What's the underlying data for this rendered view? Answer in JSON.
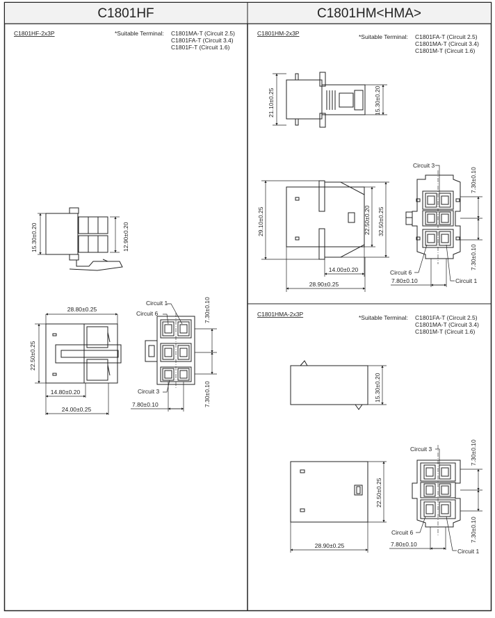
{
  "headers": {
    "left": "C1801HF",
    "right": "C1801HM<HMA>"
  },
  "hf": {
    "part": "C1801HF-2x3P",
    "terminal_title": "*Suitable Terminal:",
    "terminals": [
      "C1801MA-T (Circuit 2.5)",
      "C1801FA-T (Circuit 3.4)",
      "C1801F-T  (Circuit 1.6)"
    ],
    "dims": {
      "side_h": "15.30±0.20",
      "side_h2": "12.90±0.20",
      "top_w": "28.80±0.25",
      "front_h": "22.50±0.25",
      "mid_w": "14.80±0.20",
      "bot_w": "24.00±0.25",
      "pitch_top": "7.30±0.10",
      "pitch_bot": "7.30±0.10",
      "pitch_w": "7.80±0.10"
    },
    "circuits": {
      "c1": "Circuit 1",
      "c6": "Circuit 6",
      "c3": "Circuit 3"
    }
  },
  "hm": {
    "part": "C1801HM-2x3P",
    "terminal_title": "*Suitable Terminal:",
    "terminals": [
      "C1801FA-T (Circuit 2.5)",
      "C1801MA-T (Circuit 3.4)",
      "C1801M-T  (Circuit 1.6)"
    ],
    "dims": {
      "top_h": "21.10±0.25",
      "top_h2": "15.30±0.20",
      "front_h": "29.10±0.25",
      "front_h2": "22.50±0.20",
      "front_h3": "32.50±0.25",
      "mid_w": "14.00±0.20",
      "bot_w": "28.90±0.25",
      "pitch_top": "7.30±0.10",
      "pitch_bot": "7.30±0.10",
      "pitch_w": "7.80±0.10"
    },
    "circuits": {
      "c3": "Circuit 3",
      "c6": "Circuit 6",
      "c1": "Circuit 1"
    }
  },
  "hma": {
    "part": "C1801HMA-2x3P",
    "terminal_title": "*Suitable Terminal:",
    "terminals": [
      "C1801FA-T (Circuit 2.5)",
      "C1801MA-T (Circuit 3.4)",
      "C1801M-T  (Circuit 1.6)"
    ],
    "dims": {
      "top_h": "15.30±0.20",
      "front_h": "22.50±0.25",
      "bot_w": "28.90±0.25",
      "pitch_top": "7.30±0.10",
      "pitch_bot": "7.30±0.10",
      "pitch_w": "7.80±0.10"
    },
    "circuits": {
      "c3": "Circuit 3",
      "c6": "Circuit 6",
      "c1": "Circuit 1"
    }
  }
}
